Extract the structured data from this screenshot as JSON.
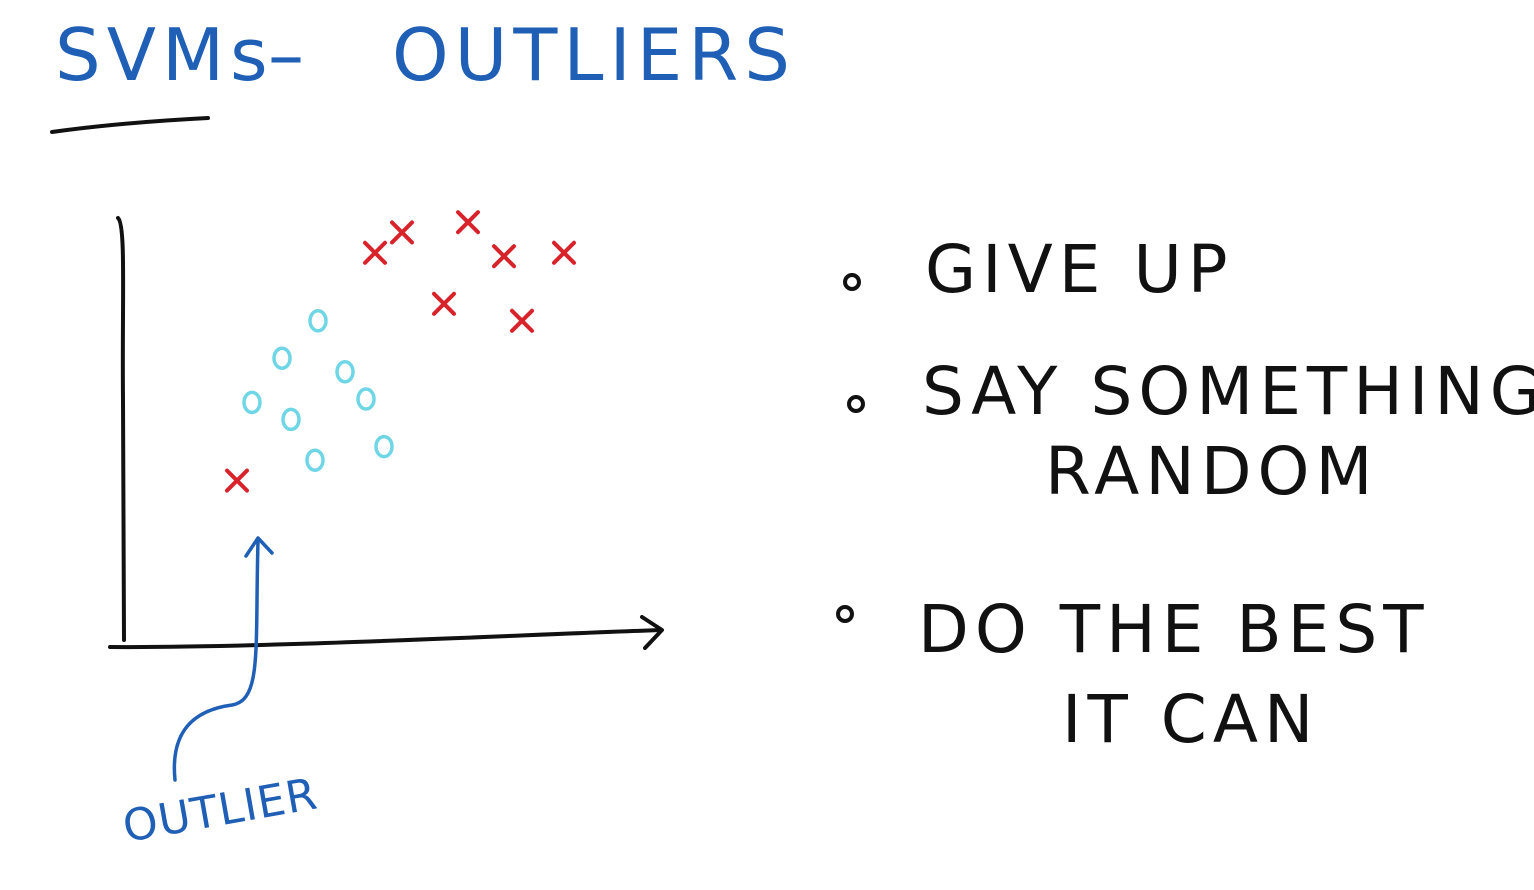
{
  "colors": {
    "blue": "#1f5fb5",
    "black": "#111111",
    "red": "#d8232a",
    "cyan": "#6fd6e6"
  },
  "title": {
    "left": "SVMs",
    "dash": "–",
    "right": "OUTLIERS"
  },
  "plot": {
    "outlier_label": "OUTLIER",
    "class_x_marker": "x",
    "class_o_marker": "o",
    "x_class_points": [
      {
        "x": 8.5,
        "y": 10.8
      },
      {
        "x": 9.4,
        "y": 11.4
      },
      {
        "x": 11.6,
        "y": 11.7
      },
      {
        "x": 12.8,
        "y": 10.7
      },
      {
        "x": 14.8,
        "y": 10.8
      },
      {
        "x": 10.8,
        "y": 9.3
      },
      {
        "x": 13.4,
        "y": 8.8
      },
      {
        "x": 3.9,
        "y": 4.1
      }
    ],
    "o_class_points": [
      {
        "x": 6.6,
        "y": 8.8
      },
      {
        "x": 5.4,
        "y": 7.7
      },
      {
        "x": 7.5,
        "y": 7.3
      },
      {
        "x": 4.4,
        "y": 6.4
      },
      {
        "x": 5.7,
        "y": 5.9
      },
      {
        "x": 8.2,
        "y": 6.5
      },
      {
        "x": 6.5,
        "y": 4.7
      },
      {
        "x": 8.8,
        "y": 5.1
      }
    ],
    "outlier_index": 7
  },
  "bullets": [
    {
      "lines": [
        "GIVE UP"
      ]
    },
    {
      "lines": [
        "SAY SOMETHING",
        "RANDOM"
      ]
    },
    {
      "lines": [
        "DO THE BEST",
        "IT CAN"
      ]
    }
  ]
}
